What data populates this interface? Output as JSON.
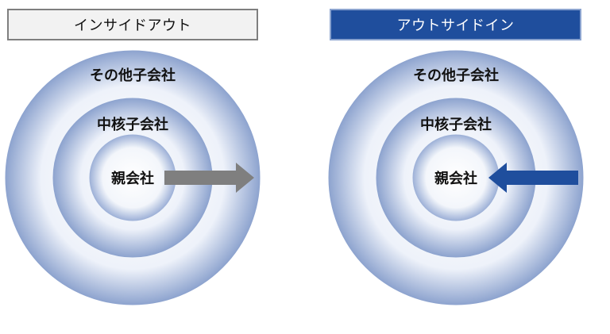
{
  "left_panel": {
    "title": "インサイドアウト",
    "rings": {
      "outer": "その他子会社",
      "middle": "中核子会社",
      "inner": "親会社"
    },
    "arrow_direction": "outward",
    "arrow_color": "#7f7f7f",
    "title_bg": "#f2f2f2",
    "title_border": "#7f7f7f"
  },
  "right_panel": {
    "title": "アウトサイドイン",
    "rings": {
      "outer": "その他子会社",
      "middle": "中核子会社",
      "inner": "親会社"
    },
    "arrow_direction": "inward",
    "arrow_color": "#1f4e9d",
    "title_bg": "#1f4e9d",
    "title_border": "#8aa3cf"
  },
  "ring_edge_color": "#8ea4cf"
}
